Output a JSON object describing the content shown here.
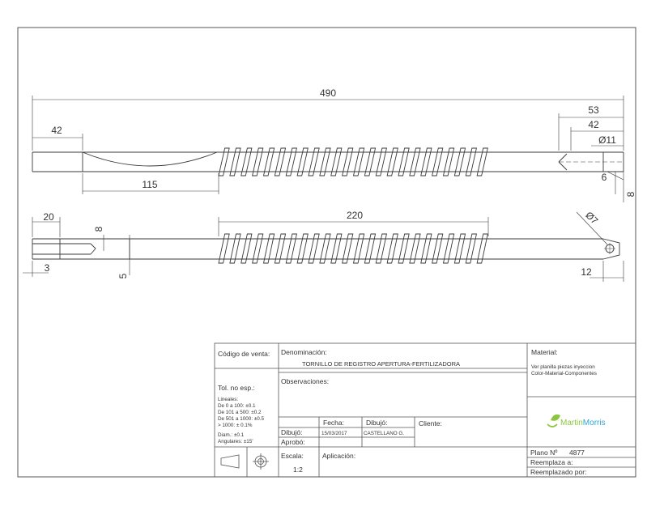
{
  "dimensions": {
    "overall_length": "490",
    "right_end_53": "53",
    "right_end_42": "42",
    "diameter_11": "Ø11",
    "left_end_42": "42",
    "cut_depth_6": "6",
    "tip_8": "8",
    "spring_start_115": "115",
    "thread_220": "220",
    "slot_20": "20",
    "slot_8": "8",
    "slot_3": "3",
    "offset_5": "5",
    "hole_diameter_7": "Ø7",
    "hole_pos_12": "12"
  },
  "title_block": {
    "codigo_venta_label": "Código de venta:",
    "denominacion_label": "Denominación:",
    "denominacion_value": "TORNILLO DE REGISTRO APERTURA-FERTILIZADORA",
    "material_label": "Material:",
    "material_value_1": "Ver planilla piezas inyeccion",
    "material_value_2": "Color-Material-Componentes",
    "tol_label": "Tol. no esp.:",
    "tol_lines": [
      "Lineales:",
      "De 0 a 100: ±0.1",
      "De 101 a 500: ±0.2",
      "De 501 a 1000: ±0.5",
      "> 1000: ± 0.1%",
      "",
      "Diam.: ±0.1",
      "Angulares: ±15'"
    ],
    "observaciones_label": "Observaciones:",
    "fecha_label": "Fecha:",
    "dibujo_label": "Dibujó:",
    "dibujo_row_label": "Dibujó:",
    "fecha_value": "15/03/2017",
    "dibujo_value": "CASTELLANO G.",
    "aprobo_label": "Aprobó:",
    "cliente_label": "Cliente:",
    "escala_label": "Escala:",
    "escala_value": "1:2",
    "aplicacion_label": "Aplicación:",
    "logo_text_a": "Martin",
    "logo_text_b": "Morris",
    "plano_label": "Plano Nº",
    "plano_value": "4877",
    "reemplaza_label": "Reemplaza a:",
    "reemplazado_label": "Reemplazado por:"
  },
  "colors": {
    "line": "#3a3a3a",
    "logo_green": "#8cc63f",
    "logo_blue": "#2aa7d6"
  }
}
